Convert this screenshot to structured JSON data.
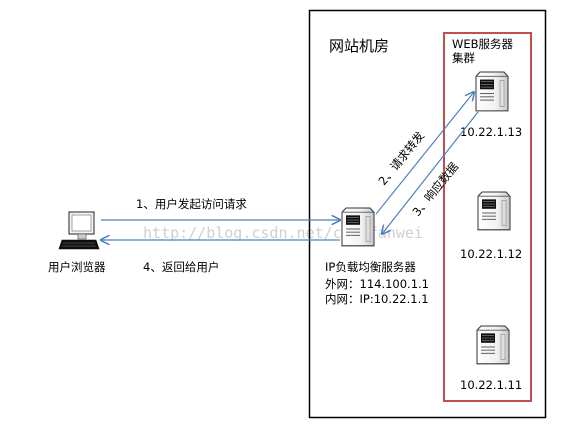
{
  "datacenter": {
    "title": "网站机房"
  },
  "cluster": {
    "title_line1": "WEB服务器",
    "title_line2": "集群"
  },
  "client": {
    "label": "用户浏览器"
  },
  "load_balancer": {
    "label": "IP负载均衡服务器",
    "external_ip": "外网：114.100.1.1",
    "internal_ip": "内网：IP:10.22.1.1"
  },
  "servers": [
    {
      "ip": "10.22.1.13"
    },
    {
      "ip": "10.22.1.12"
    },
    {
      "ip": "10.22.1.11"
    }
  ],
  "steps": {
    "step1": "1、用户发起访问请求",
    "step2": "2、请求转发",
    "step3": "3、响应数据",
    "step4": "4、返回给用户"
  },
  "watermark": "http://blog.csdn.net/caoofanwei",
  "colors": {
    "datacenter_border": "#000000",
    "cluster_border": "#c0504d",
    "arrow": "#4f81bd"
  }
}
